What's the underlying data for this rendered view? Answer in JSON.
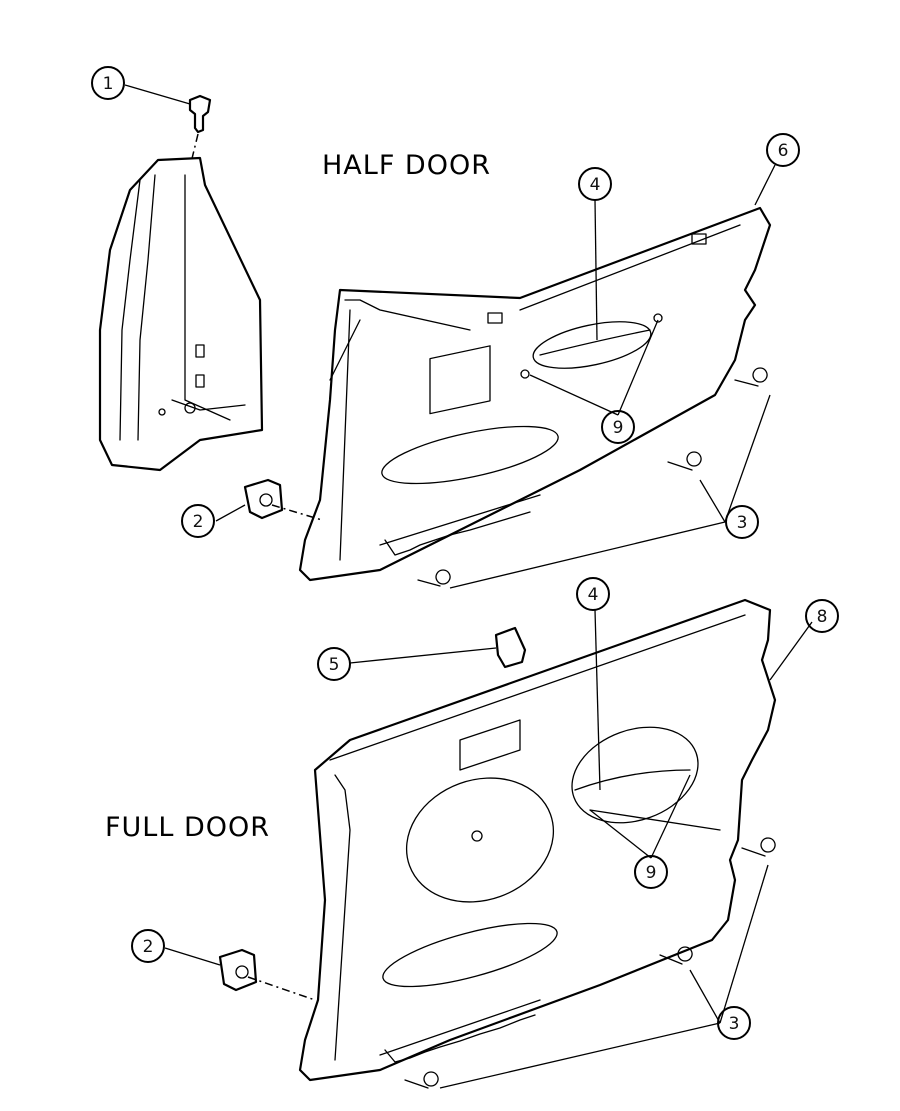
{
  "title": "Door Trim Panel Parts Diagram",
  "labels": {
    "half_door": "HALF DOOR",
    "full_door": "FULL DOOR"
  },
  "callouts": [
    {
      "id": "c1",
      "number": "1"
    },
    {
      "id": "c2a",
      "number": "2"
    },
    {
      "id": "c3a",
      "number": "3"
    },
    {
      "id": "c4a",
      "number": "4"
    },
    {
      "id": "c6",
      "number": "6"
    },
    {
      "id": "c9a",
      "number": "9"
    },
    {
      "id": "c5",
      "number": "5"
    },
    {
      "id": "c8",
      "number": "8"
    },
    {
      "id": "c4b",
      "number": "4"
    },
    {
      "id": "c9b",
      "number": "9"
    },
    {
      "id": "c2b",
      "number": "2"
    },
    {
      "id": "c3b",
      "number": "3"
    }
  ]
}
